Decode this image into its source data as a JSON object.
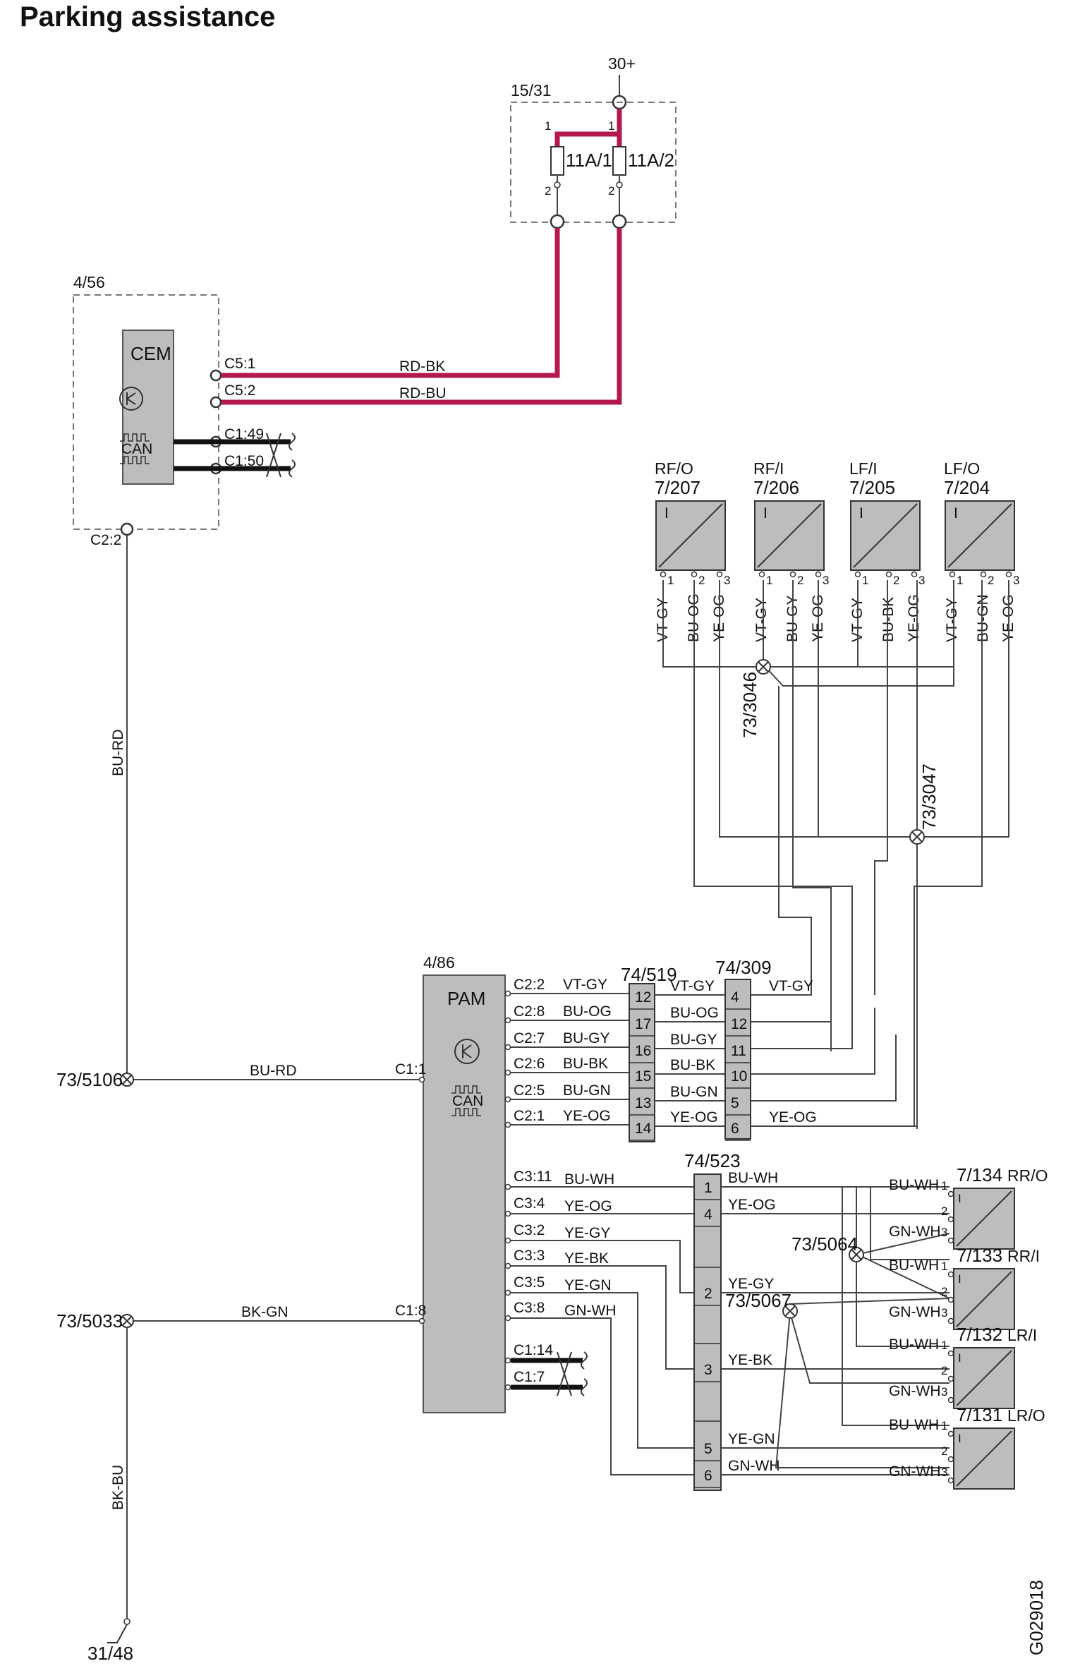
{
  "title": "Parking assistance",
  "figure_code": "G029018",
  "supply": {
    "label": "30+"
  },
  "fusebox": {
    "id": "15/31",
    "fuse1": "11A/1",
    "fuse2": "11A/2",
    "pin_top": "1",
    "pin_bottom": "2"
  },
  "cem": {
    "id": "4/56",
    "name": "CEM",
    "can": "CAN",
    "pins": {
      "c5_1": "C5:1",
      "c5_2": "C5:2",
      "c1_49": "C1:49",
      "c1_50": "C1:50",
      "c2_2": "C2:2"
    },
    "wires": {
      "rd_bk": "RD-BK",
      "rd_bu": "RD-BU",
      "bu_rd": "BU-RD"
    }
  },
  "front_sensors": [
    {
      "pos": "RF/O",
      "id": "7/207",
      "wires": [
        "VT-GY",
        "BU-OG",
        "YE-OG"
      ]
    },
    {
      "pos": "RF/I",
      "id": "7/206",
      "wires": [
        "VT-GY",
        "BU-GY",
        "YE-OG"
      ]
    },
    {
      "pos": "LF/I",
      "id": "7/205",
      "wires": [
        "VT-GY",
        "BU-BK",
        "YE-OG"
      ]
    },
    {
      "pos": "LF/O",
      "id": "7/204",
      "wires": [
        "VT-GY",
        "BU-GN",
        "YE-OG"
      ]
    }
  ],
  "sensor_pins": [
    "1",
    "2",
    "3"
  ],
  "sensor_mark": "I",
  "splices": {
    "s3046": "73/3046",
    "s3047": "73/3047",
    "s5106": "73/5106",
    "s5033": "73/5033",
    "s5064": "73/5064",
    "s5067": "73/5067"
  },
  "pam": {
    "id": "4/86",
    "name": "PAM",
    "can": "CAN",
    "c2_pins": [
      {
        "pin": "C2:2",
        "wire": "VT-GY"
      },
      {
        "pin": "C2:8",
        "wire": "BU-OG"
      },
      {
        "pin": "C2:7",
        "wire": "BU-GY"
      },
      {
        "pin": "C2:6",
        "wire": "BU-BK"
      },
      {
        "pin": "C2:5",
        "wire": "BU-GN"
      },
      {
        "pin": "C2:1",
        "wire": "YE-OG"
      }
    ],
    "c1_1": "C1:1",
    "c1_8": "C1:8",
    "c1_14": "C1:14",
    "c1_7": "C1:7",
    "c3_pins": [
      {
        "pin": "C3:11",
        "wire": "BU-WH"
      },
      {
        "pin": "C3:4",
        "wire": "YE-OG"
      },
      {
        "pin": "C3:2",
        "wire": "YE-GY"
      },
      {
        "pin": "C3:3",
        "wire": "YE-BK"
      },
      {
        "pin": "C3:5",
        "wire": "YE-GN"
      },
      {
        "pin": "C3:8",
        "wire": "GN-WH"
      }
    ]
  },
  "connector_519": {
    "id": "74/519",
    "pins": [
      "12",
      "17",
      "16",
      "15",
      "13",
      "14"
    ]
  },
  "connector_309": {
    "id": "74/309",
    "pins": [
      "4",
      "12",
      "11",
      "10",
      "5",
      "6"
    ],
    "wires": [
      "VT-GY",
      "BU-OG",
      "BU-GY",
      "BU-BK",
      "BU-GN",
      "YE-OG"
    ]
  },
  "connector_523": {
    "id": "74/523",
    "rows": [
      {
        "pin": "1",
        "wire": "BU-WH"
      },
      {
        "pin": "4",
        "wire": "YE-OG"
      },
      {
        "pin": "",
        "wire": ""
      },
      {
        "pin": "2",
        "wire": "YE-GY"
      },
      {
        "pin": "",
        "wire": ""
      },
      {
        "pin": "3",
        "wire": "YE-BK"
      },
      {
        "pin": "",
        "wire": ""
      },
      {
        "pin": "5",
        "wire": "YE-GN"
      },
      {
        "pin": "6",
        "wire": "GN-WH"
      }
    ]
  },
  "rear_sensors": [
    {
      "id": "7/134",
      "pos": "RR/O",
      "wires": [
        "BU-WH",
        "",
        "GN-WH"
      ]
    },
    {
      "id": "7/133",
      "pos": "RR/I",
      "wires": [
        "BU-WH",
        "",
        "GN-WH"
      ]
    },
    {
      "id": "7/132",
      "pos": "LR/I",
      "wires": [
        "BU-WH",
        "",
        "GN-WH"
      ]
    },
    {
      "id": "7/131",
      "pos": "LR/O",
      "wires": [
        "BU-WH",
        "",
        "GN-WH"
      ]
    }
  ],
  "ground": {
    "wire": "BK-GN",
    "wire2": "BK-BU",
    "id": "31/48"
  }
}
